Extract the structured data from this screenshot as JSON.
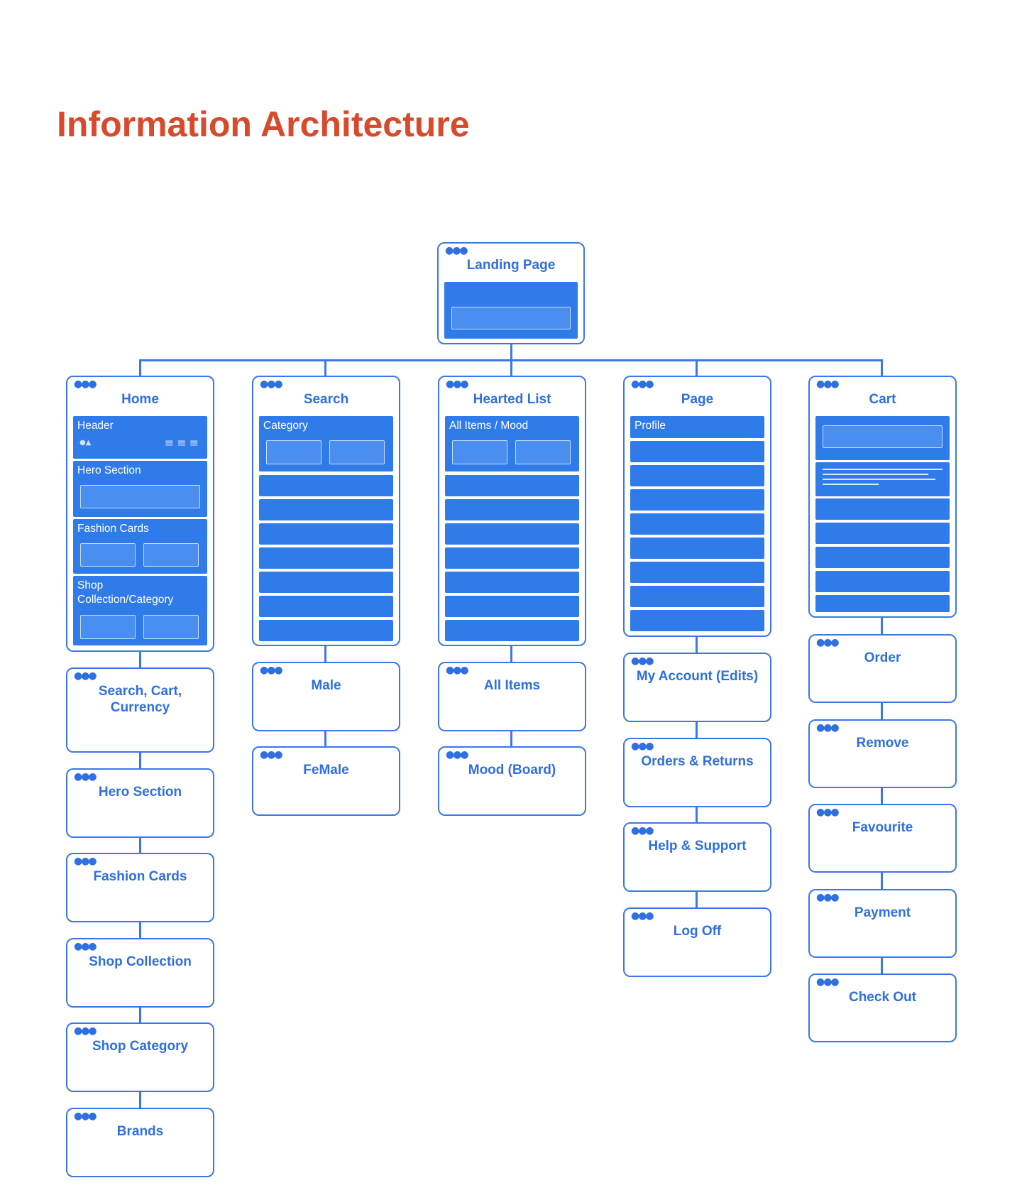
{
  "title": "Information Architecture",
  "colors": {
    "title": "#d84a2c",
    "node_border": "#3b78e7",
    "node_text": "#2f6fe0",
    "block_fill": "#2f7bea"
  },
  "icons": {
    "node_menu": "three-dots-icon"
  },
  "root": {
    "label": "Landing Page"
  },
  "columns": [
    {
      "label": "Home",
      "blocks": [
        "Header",
        "Hero Section",
        "Fashion Cards",
        "Shop\nCollection/Category"
      ],
      "children": [
        "Search, Cart,\nCurrency",
        "Hero Section",
        "Fashion Cards",
        "Shop Collection",
        "Shop Category",
        "Brands"
      ]
    },
    {
      "label": "Search",
      "blocks": [
        "Category"
      ],
      "children": [
        "Male",
        "FeMale"
      ]
    },
    {
      "label": "Hearted List",
      "blocks": [
        "All Items / Mood"
      ],
      "children": [
        "All Items",
        "Mood (Board)"
      ]
    },
    {
      "label": "Page",
      "blocks": [
        "Profile"
      ],
      "children": [
        "My Account (Edits)",
        "Orders & Returns",
        "Help & Support",
        "Log Off"
      ]
    },
    {
      "label": "Cart",
      "blocks": [],
      "children": [
        "Order",
        "Remove",
        "Favourite",
        "Payment",
        "Check Out"
      ]
    }
  ]
}
